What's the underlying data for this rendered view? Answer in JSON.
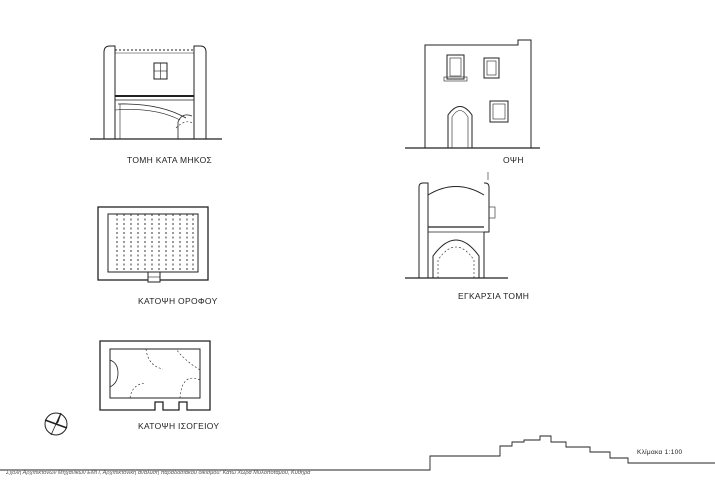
{
  "captions": {
    "section_long": "ΤΟΜΗ ΚΑΤΑ ΜΗΚΟΣ",
    "elevation": "ΟΨΗ",
    "floor_plan_upper": "ΚΑΤΟΨΗ ΟΡΟΦΟΥ",
    "section_cross": "ΕΓΚΑΡΣΙΑ ΤΟΜΗ",
    "floor_plan_ground": "ΚΑΤΟΨΗ ΙΣΟΓΕΙΟΥ"
  },
  "scale_label": "Κλίμακα 1:100",
  "footer_text": "Σχολή Αρχιτεκτόνων Μηχανικών ΕΜΠ, Αρχιτεκτονική ανάλυση παραδοσιακού οικισμού: Κάτω Χώρα Μυλοπόταμου, Κύθηρα",
  "icons": [
    "north-arrow-icon"
  ],
  "colors": {
    "ink": "#222222",
    "paper": "#ffffff"
  }
}
